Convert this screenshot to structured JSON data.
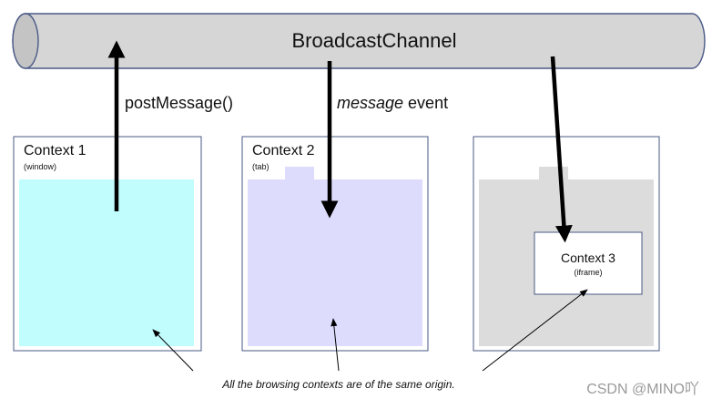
{
  "channel": {
    "label": "BroadcastChannel"
  },
  "arrows": {
    "post": {
      "label": "postMessage()"
    },
    "event": {
      "label_em": "message",
      "label_rest": " event"
    }
  },
  "contexts": [
    {
      "title": "Context 1",
      "subtitle": "(window)",
      "fill": "#c1fdfd"
    },
    {
      "title": "Context 2",
      "subtitle": "(tab)",
      "fill": "#dddcfd"
    },
    {
      "title": "Context 3",
      "subtitle": "(iframe)",
      "fill": "#dcdcdc"
    }
  ],
  "caption": "All the browsing contexts are of the same origin.",
  "watermark": "CSDN @MINO吖",
  "colors": {
    "pipe": "#d6d6d6",
    "outline": "#4a5a86",
    "arrow": "#000000"
  }
}
